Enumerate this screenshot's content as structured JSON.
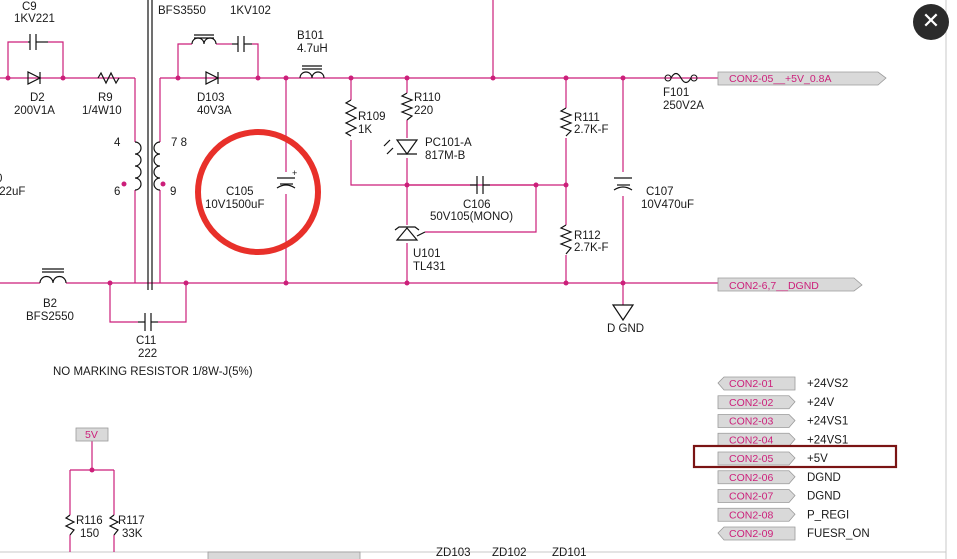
{
  "schematic": {
    "note": "NO MARKING RESISTOR 1/8W-J(5%)",
    "components": {
      "c9": {
        "ref": "C9",
        "value": "1KV221"
      },
      "d2": {
        "ref": "D2",
        "value": "200V1A"
      },
      "r9": {
        "ref": "R9",
        "value": "1/4W10"
      },
      "bfs3550": {
        "value": "BFS3550"
      },
      "c_1kv102": {
        "value": "1KV102"
      },
      "d103": {
        "ref": "D103",
        "value": "40V3A"
      },
      "b101": {
        "ref": "B101",
        "value": "4.7uH"
      },
      "c105": {
        "ref": "C105",
        "value": "10V1500uF"
      },
      "r109": {
        "ref": "R109",
        "value": "1K"
      },
      "r110": {
        "ref": "R110",
        "value": "220"
      },
      "pc101": {
        "ref": "PC101-A",
        "value": "817M-B"
      },
      "c106": {
        "ref": "C106",
        "value": "50V105(MONO)"
      },
      "u101": {
        "ref": "U101",
        "value": "TL431"
      },
      "r111": {
        "ref": "R111",
        "value": "2.7K-F"
      },
      "r112": {
        "ref": "R112",
        "value": "2.7K-F"
      },
      "f101": {
        "ref": "F101",
        "value": "250V2A"
      },
      "c107": {
        "ref": "C107",
        "value": "10V470uF"
      },
      "b2": {
        "ref": "B2",
        "value": "BFS2550"
      },
      "c11": {
        "ref": "C11",
        "value": "222"
      },
      "partial_cap": {
        "value": "/22uF"
      },
      "partial_ref": {
        "value": "0"
      },
      "r116": {
        "ref": "R116",
        "value": "150"
      },
      "r117": {
        "ref": "R117",
        "value": "33K"
      }
    },
    "transformer_pins": [
      "4",
      "6",
      "7 8",
      "9"
    ],
    "dgnd_label": "D GND",
    "net_5v_out": "CON2-05__+5V_0.8A",
    "net_dgnd_out": "CON2-6,7__DGND",
    "tag_5v": "5V",
    "bottom_labels": [
      "ZD103",
      "ZD102",
      "ZD101"
    ],
    "connector_table": [
      {
        "pin": "CON2-01",
        "signal": "+24VS2"
      },
      {
        "pin": "CON2-02",
        "signal": "+24V"
      },
      {
        "pin": "CON2-03",
        "signal": "+24VS1"
      },
      {
        "pin": "CON2-04",
        "signal": "+24VS1"
      },
      {
        "pin": "CON2-05",
        "signal": "+5V"
      },
      {
        "pin": "CON2-06",
        "signal": "DGND"
      },
      {
        "pin": "CON2-07",
        "signal": "DGND"
      },
      {
        "pin": "CON2-08",
        "signal": "P_REGI"
      },
      {
        "pin": "CON2-09",
        "signal": "FUESR_ON"
      }
    ],
    "highlight_color": "#e8302a",
    "box_color": "#7a1414",
    "wire_color": "#cc1f7a"
  },
  "viewer": {
    "close_icon": "✕"
  }
}
